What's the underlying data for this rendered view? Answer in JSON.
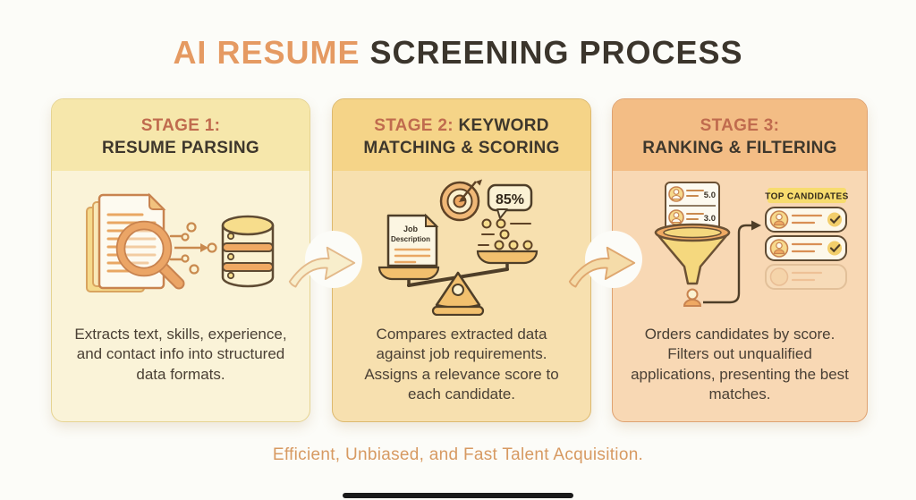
{
  "title": {
    "accent": "AI RESUME ",
    "rest": "SCREENING PROCESS"
  },
  "stages": [
    {
      "label": "STAGE 1:",
      "heading": "RESUME PARSING",
      "description": "Extracts text, skills, experience, and contact info into structured data formats."
    },
    {
      "label": "STAGE 2:",
      "heading": "KEYWORD MATCHING & SCORING",
      "description": "Compares extracted data against job requirements. Assigns a relevance score to each candidate."
    },
    {
      "label": "STAGE 3:",
      "heading": "RANKING & FILTERING",
      "description": "Orders candidates by score. Filters out unqualified applications, presenting the best matches."
    }
  ],
  "stage2_icon": {
    "doc_line1": "Job",
    "doc_line2": "Description",
    "match_score": "85%"
  },
  "stage3_icon": {
    "score_top": "5.0",
    "score_bottom": "3.0",
    "top_candidates": "TOP CANDIDATES"
  },
  "tagline": "Efficient, Unbiased, and Fast Talent Acquisition.",
  "colors": {
    "accent_orange": "#E59A62",
    "stage_label": "#C06B4E",
    "heading_dark": "#3E372C",
    "card1_header": "#F6E7AB",
    "card1_body": "#FAF3D8",
    "card2_header": "#F5D488",
    "card2_body": "#F7E0AF",
    "card3_header": "#F3BD85",
    "card3_body": "#F8D8B4",
    "tagline": "#D79A62"
  }
}
